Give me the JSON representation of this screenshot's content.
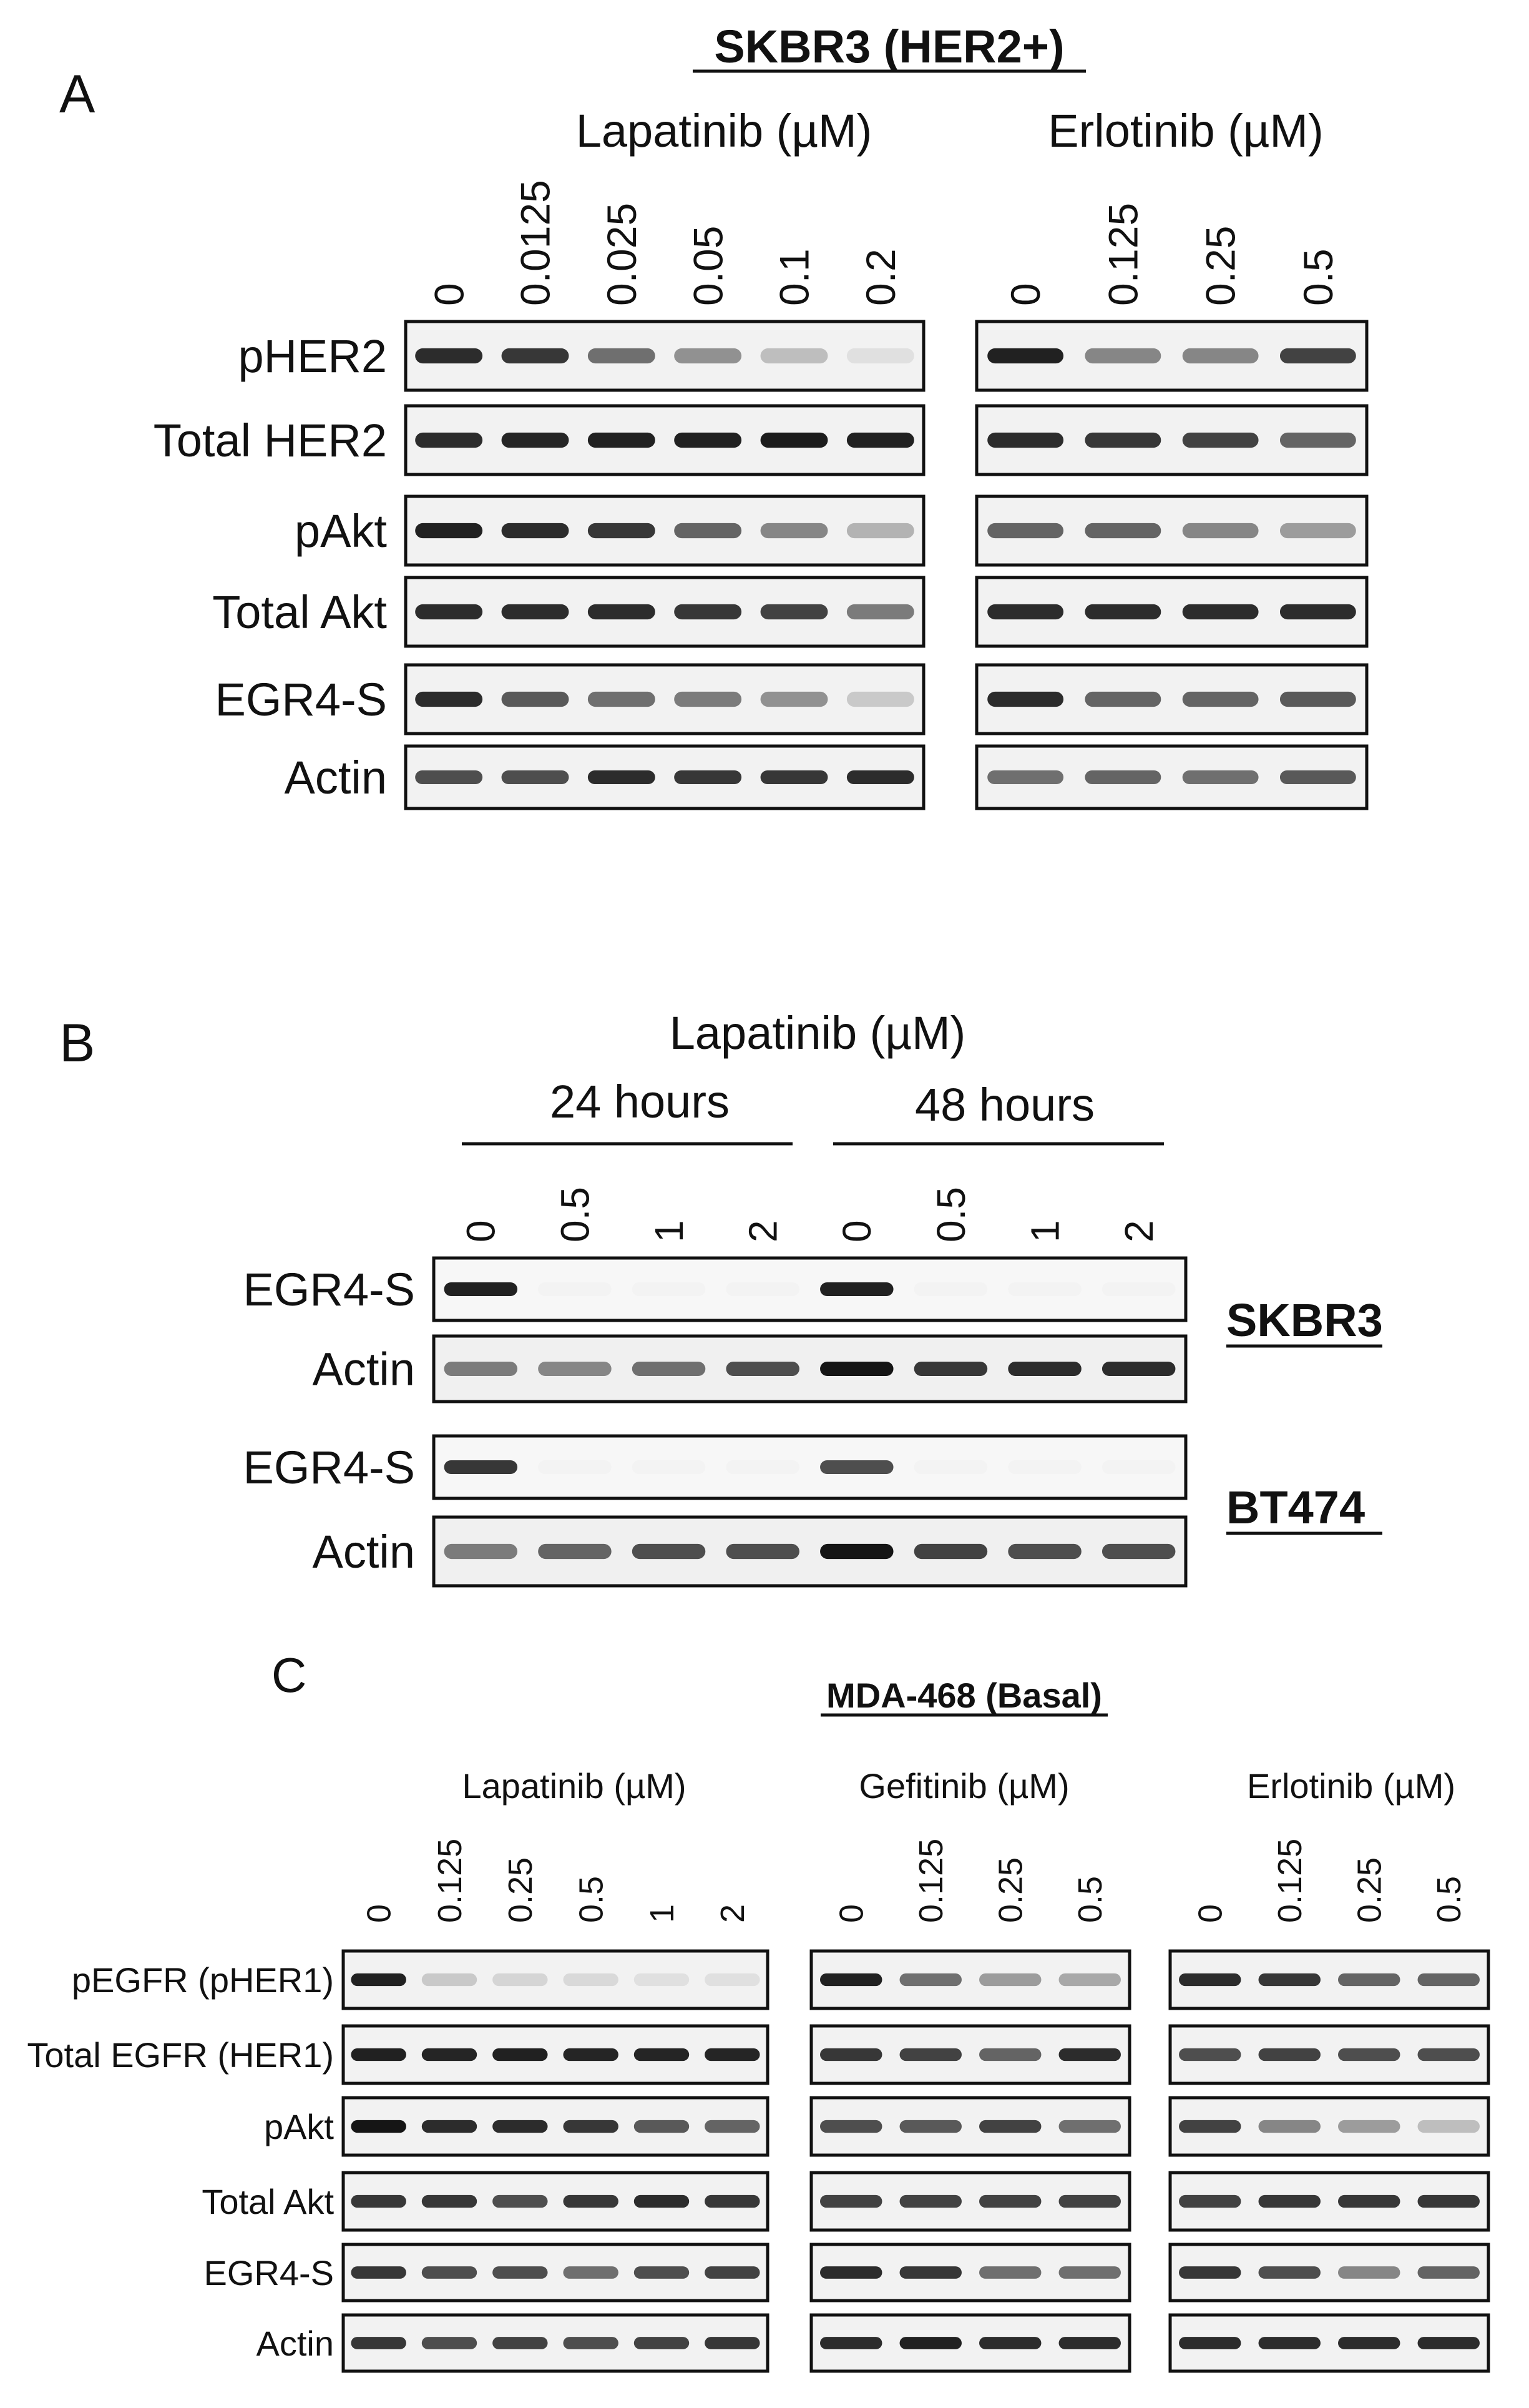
{
  "panel_a": {
    "letter": "A",
    "cell_line": "SKBR3 (HER2+)",
    "groups": [
      {
        "drug": "Lapatinib (µM)",
        "doses": [
          "0",
          "0.0125",
          "0.025",
          "0.05",
          "0.1",
          "0.2"
        ],
        "blots": [
          {
            "label": "pHER2",
            "intensity": [
              0.85,
              0.8,
              0.55,
              0.4,
              0.2,
              0.05
            ]
          },
          {
            "label": "Total HER2",
            "intensity": [
              0.85,
              0.88,
              0.9,
              0.9,
              0.92,
              0.9
            ]
          },
          {
            "label": "pAkt",
            "intensity": [
              0.9,
              0.85,
              0.8,
              0.6,
              0.45,
              0.25
            ]
          },
          {
            "label": "Total Akt",
            "intensity": [
              0.85,
              0.85,
              0.85,
              0.8,
              0.75,
              0.5
            ]
          },
          {
            "label": "EGR4-S",
            "intensity": [
              0.85,
              0.65,
              0.55,
              0.5,
              0.4,
              0.15
            ]
          },
          {
            "label": "Actin",
            "intensity": [
              0.7,
              0.7,
              0.85,
              0.8,
              0.8,
              0.85
            ]
          }
        ]
      },
      {
        "drug": "Erlotinib (µM)",
        "doses": [
          "0",
          "0.125",
          "0.25",
          "0.5"
        ],
        "blots": [
          {
            "label": "pHER2",
            "intensity": [
              0.9,
              0.45,
              0.45,
              0.75
            ]
          },
          {
            "label": "Total HER2",
            "intensity": [
              0.85,
              0.8,
              0.75,
              0.6
            ]
          },
          {
            "label": "pAkt",
            "intensity": [
              0.6,
              0.6,
              0.45,
              0.35
            ]
          },
          {
            "label": "Total Akt",
            "intensity": [
              0.85,
              0.85,
              0.85,
              0.85
            ]
          },
          {
            "label": "EGR4-S",
            "intensity": [
              0.85,
              0.6,
              0.6,
              0.65
            ]
          },
          {
            "label": "Actin",
            "intensity": [
              0.55,
              0.6,
              0.55,
              0.65
            ]
          }
        ]
      }
    ]
  },
  "panel_b": {
    "letter": "B",
    "drug": "Lapatinib (µM)",
    "timepoints": [
      "24 hours",
      "48 hours"
    ],
    "doses": [
      "0",
      "0.5",
      "1",
      "2",
      "0",
      "0.5",
      "1",
      "2"
    ],
    "cell_lines": [
      {
        "name": "SKBR3",
        "blots": [
          {
            "label": "EGR4-S",
            "intensity": [
              0.9,
              0.02,
              0.02,
              0.02,
              0.9,
              0.02,
              0.02,
              0.02
            ]
          },
          {
            "label": "Actin",
            "intensity": [
              0.5,
              0.45,
              0.55,
              0.7,
              0.95,
              0.8,
              0.85,
              0.85
            ]
          }
        ]
      },
      {
        "name": "BT474",
        "blots": [
          {
            "label": "EGR4-S",
            "intensity": [
              0.8,
              0.02,
              0.02,
              0.02,
              0.7,
              0.02,
              0.02,
              0.02
            ]
          },
          {
            "label": "Actin",
            "intensity": [
              0.5,
              0.6,
              0.7,
              0.7,
              0.95,
              0.75,
              0.7,
              0.7
            ]
          }
        ]
      }
    ]
  },
  "panel_c": {
    "letter": "C",
    "cell_line": "MDA-468 (Basal)",
    "row_labels": [
      "pEGFR (pHER1)",
      "Total EGFR (HER1)",
      "pAkt",
      "Total Akt",
      "EGR4-S",
      "Actin"
    ],
    "groups": [
      {
        "drug": "Lapatinib (µM)",
        "doses": [
          "0",
          "0.125",
          "0.25",
          "0.5",
          "1",
          "2"
        ],
        "intensity": [
          [
            0.9,
            0.15,
            0.1,
            0.08,
            0.05,
            0.05
          ],
          [
            0.9,
            0.88,
            0.9,
            0.88,
            0.88,
            0.88
          ],
          [
            0.95,
            0.85,
            0.85,
            0.8,
            0.65,
            0.6
          ],
          [
            0.8,
            0.8,
            0.7,
            0.8,
            0.85,
            0.8
          ],
          [
            0.8,
            0.7,
            0.7,
            0.55,
            0.7,
            0.75
          ],
          [
            0.8,
            0.7,
            0.75,
            0.7,
            0.75,
            0.8
          ]
        ]
      },
      {
        "drug": "Gefitinib (µM)",
        "doses": [
          "0",
          "0.125",
          "0.25",
          "0.5"
        ],
        "intensity": [
          [
            0.9,
            0.55,
            0.35,
            0.3
          ],
          [
            0.8,
            0.75,
            0.6,
            0.85
          ],
          [
            0.7,
            0.65,
            0.75,
            0.55
          ],
          [
            0.75,
            0.75,
            0.75,
            0.75
          ],
          [
            0.85,
            0.8,
            0.55,
            0.55
          ],
          [
            0.85,
            0.9,
            0.85,
            0.85
          ]
        ]
      },
      {
        "drug": "Erlotinib (µM)",
        "doses": [
          "0",
          "0.125",
          "0.25",
          "0.5"
        ],
        "intensity": [
          [
            0.85,
            0.8,
            0.6,
            0.6
          ],
          [
            0.7,
            0.75,
            0.7,
            0.7
          ],
          [
            0.75,
            0.45,
            0.35,
            0.2
          ],
          [
            0.75,
            0.8,
            0.8,
            0.8
          ],
          [
            0.8,
            0.7,
            0.45,
            0.6
          ],
          [
            0.85,
            0.85,
            0.85,
            0.85
          ]
        ]
      }
    ]
  }
}
